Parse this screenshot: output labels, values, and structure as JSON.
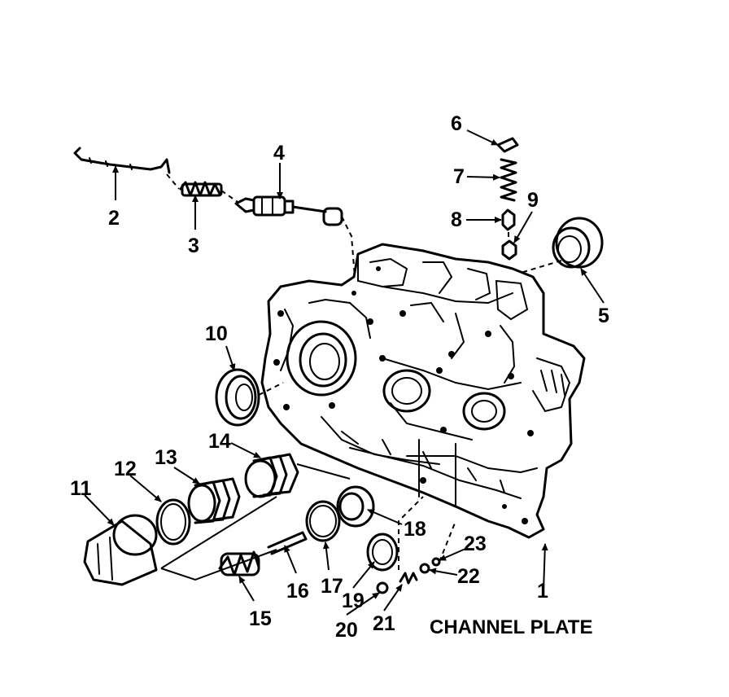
{
  "caption": "CHANNEL PLATE",
  "callouts": [
    "1",
    "2",
    "3",
    "4",
    "5",
    "6",
    "7",
    "8",
    "9",
    "10",
    "11",
    "12",
    "13",
    "14",
    "15",
    "16",
    "17",
    "18",
    "19",
    "20",
    "21",
    "22",
    "23"
  ]
}
